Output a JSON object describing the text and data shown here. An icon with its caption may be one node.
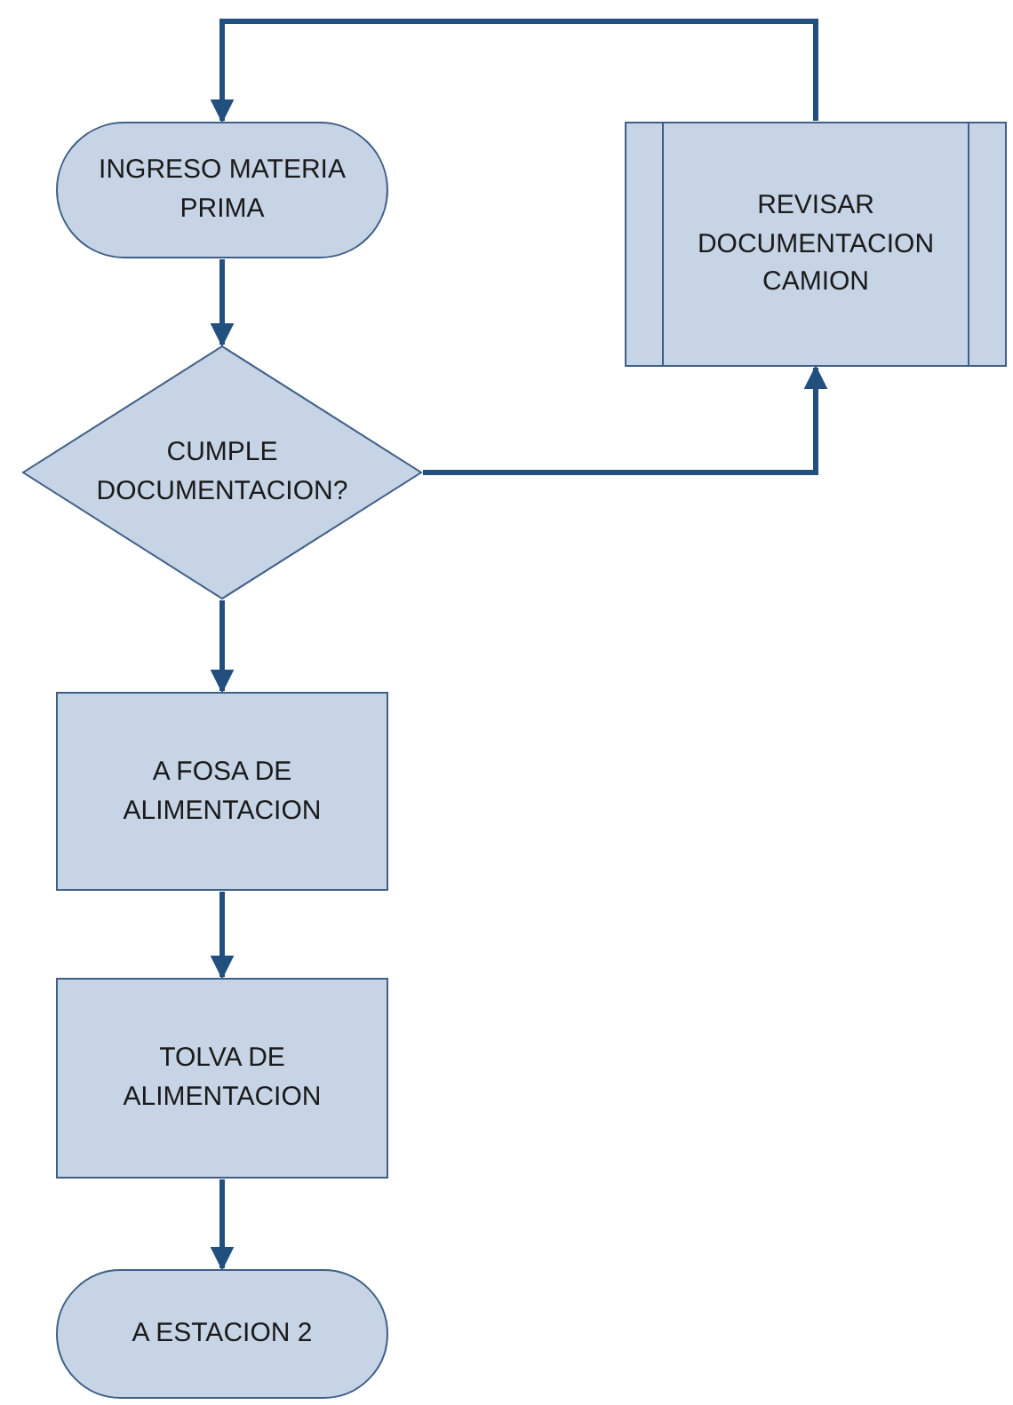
{
  "diagram": {
    "nodes": [
      {
        "text": [
          "INGRESO MATERIA PRIMA"
        ]
      },
      {
        "text": [
          "CUMPLE DOCUMENTACION?"
        ]
      },
      {
        "text": [
          "REVISAR DOCUMENTACION CAMION"
        ]
      },
      {
        "text": [
          "A FOSA DE ALIMENTACION"
        ]
      },
      {
        "text": [
          "TOLVA DE ALIMENTACION"
        ]
      },
      {
        "text": [
          "A ESTACION 2"
        ]
      }
    ],
    "edges": [
      {
        "from": 0,
        "to": 1,
        "arrow": "to"
      },
      {
        "from": 1,
        "to": 2,
        "arrow": "to"
      },
      {
        "from": 2,
        "to": 0,
        "arrow": "to"
      },
      {
        "from": 1,
        "to": 3,
        "arrow": "to"
      },
      {
        "from": 3,
        "to": 4,
        "arrow": "to"
      },
      {
        "from": 4,
        "to": 5,
        "arrow": "to"
      }
    ]
  }
}
